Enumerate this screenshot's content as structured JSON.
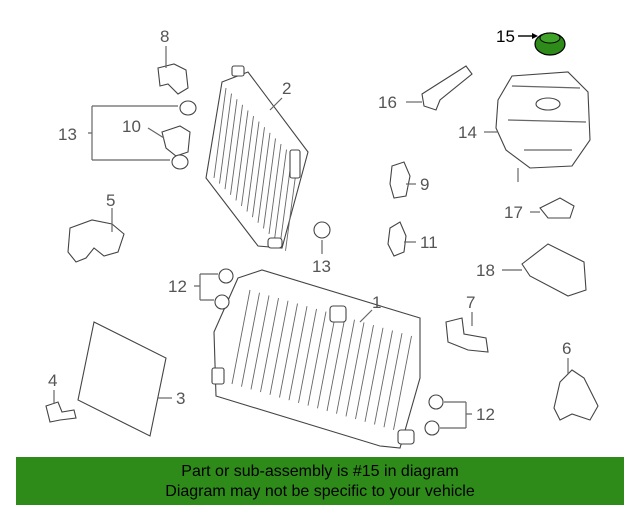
{
  "diagram": {
    "callouts": {
      "c1": "1",
      "c2": "2",
      "c3": "3",
      "c4": "4",
      "c5": "5",
      "c6": "6",
      "c7": "7",
      "c8": "8",
      "c9": "9",
      "c10": "10",
      "c11": "11",
      "c12a": "12",
      "c12b": "12",
      "c13a": "13",
      "c13b": "13",
      "c14": "14",
      "c15": "15",
      "c16": "16",
      "c17": "17",
      "c18": "18"
    },
    "highlight_color": "#2e8b1a"
  },
  "banner": {
    "line1": "Part or sub-assembly is #15 in diagram",
    "line2": "Diagram may not be specific to your vehicle",
    "background": "#2e8b1a"
  }
}
